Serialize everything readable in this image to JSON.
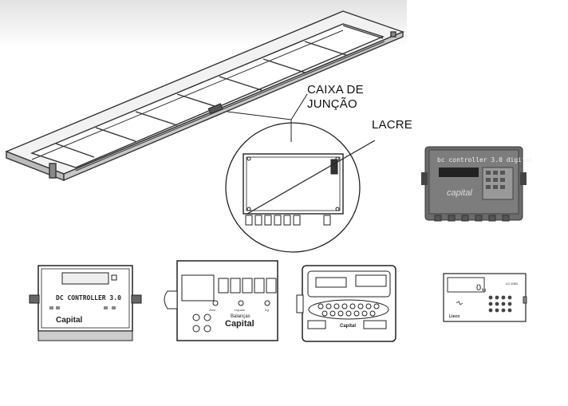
{
  "labels": {
    "junction_box_line1": "CAIXA DE",
    "junction_box_line2": "JUNÇÃO",
    "seal": "LACRE"
  },
  "indicators": {
    "dc_controller_digital": {
      "brand_text": "bc controller 3.0 digital",
      "logo": "capital"
    },
    "dc_controller": {
      "display_title": "DC CONTROLLER 3.0",
      "logo": "Capital"
    },
    "balancas_capital": {
      "brand_line1": "Balanças",
      "brand_line2": "Capital",
      "keys": [
        "Zero",
        "Liquido",
        "Kg"
      ]
    },
    "model_display": {
      "logo": "Capital"
    },
    "compact_indicator": {
      "display_value": "0",
      "unit": "kg",
      "model": "LD 2052",
      "logo": "Lteco"
    }
  },
  "colors": {
    "line": "#333333",
    "panel_dark": "#6b6b6b",
    "panel_light": "#cfcfcf"
  }
}
